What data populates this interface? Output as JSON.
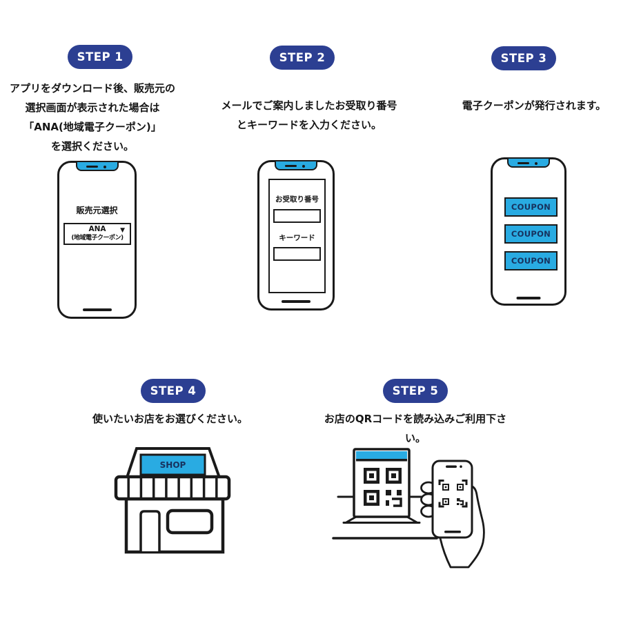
{
  "colors": {
    "badge_blue": "#2c3f92",
    "cyan": "#29abe2",
    "navy_text": "#17325e",
    "line_black": "#1a1a1a",
    "background": "#ffffff"
  },
  "icons": {
    "dropdown_arrow": "▼"
  },
  "steps": [
    {
      "badge": "STEP 1",
      "description": [
        "アプリをダウンロード後、販売元の",
        "選択画面が表示された場合は",
        "「ANA(地域電子クーポン)」",
        "を選択ください。"
      ],
      "phone": {
        "screen_title": "販売元選択",
        "dropdown": {
          "line1": "ANA",
          "line2": "(地域電子クーポン)"
        }
      }
    },
    {
      "badge": "STEP 2",
      "description": [
        "メールでご案内しましたお受取り番号",
        "とキーワードを入力ください。"
      ],
      "phone": {
        "fields": [
          {
            "label": "お受取り番号",
            "value": ""
          },
          {
            "label": "キーワード",
            "value": ""
          }
        ]
      }
    },
    {
      "badge": "STEP 3",
      "description": [
        "電子クーポンが発行されます。"
      ],
      "phone": {
        "coupons": [
          "COUPON",
          "COUPON",
          "COUPON"
        ]
      }
    },
    {
      "badge": "STEP 4",
      "description": [
        "使いたいお店をお選びください。"
      ],
      "shop": {
        "sign": "SHOP"
      }
    },
    {
      "badge": "STEP 5",
      "description": [
        "お店のQRコードを読み込みご利用下さい。"
      ]
    }
  ]
}
